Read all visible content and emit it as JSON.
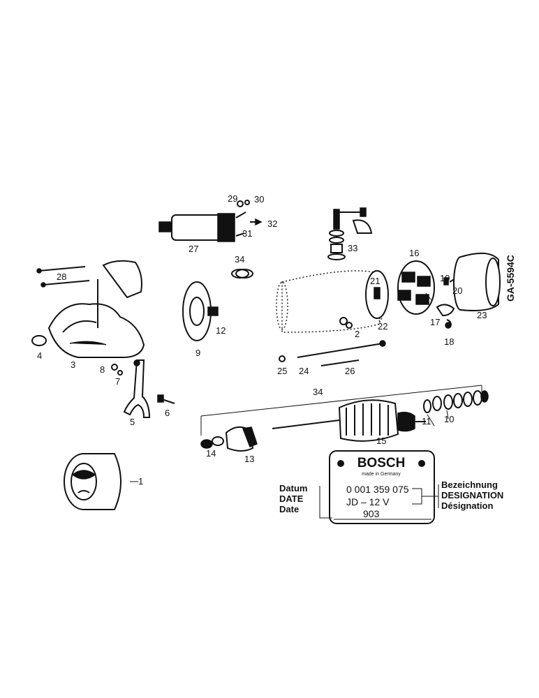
{
  "callouts": {
    "p1": "1",
    "p2": "2",
    "p3": "3",
    "p4": "4",
    "p5": "5",
    "p6": "6",
    "p7": "7",
    "p8": "8",
    "p9": "9",
    "p10": "10",
    "p11": "11",
    "p12": "12",
    "p13": "13",
    "p14": "14",
    "p15": "15",
    "p16": "16",
    "p17": "17",
    "p18": "18",
    "p19": "19",
    "p20": "20",
    "p21": "21",
    "p22": "22",
    "p23": "23",
    "p24": "24",
    "p25": "25",
    "p26": "26",
    "p27": "27",
    "p28": "28",
    "p29": "29",
    "p30": "30",
    "p31": "31",
    "p32": "32",
    "p33": "33",
    "p34a": "34",
    "p34b": "34"
  },
  "drawing_code": "GA-5594C",
  "nameplate": {
    "brand": "BOSCH",
    "made_in": "made in Germany",
    "part_number": "0 001 359 075",
    "rating": "JD – 12 V",
    "date_code": "903"
  },
  "date_labels": [
    "Datum",
    "DATE",
    "Date"
  ],
  "designation_labels": [
    "Bezeichnung",
    "DESIGNATION",
    "Désignation"
  ]
}
